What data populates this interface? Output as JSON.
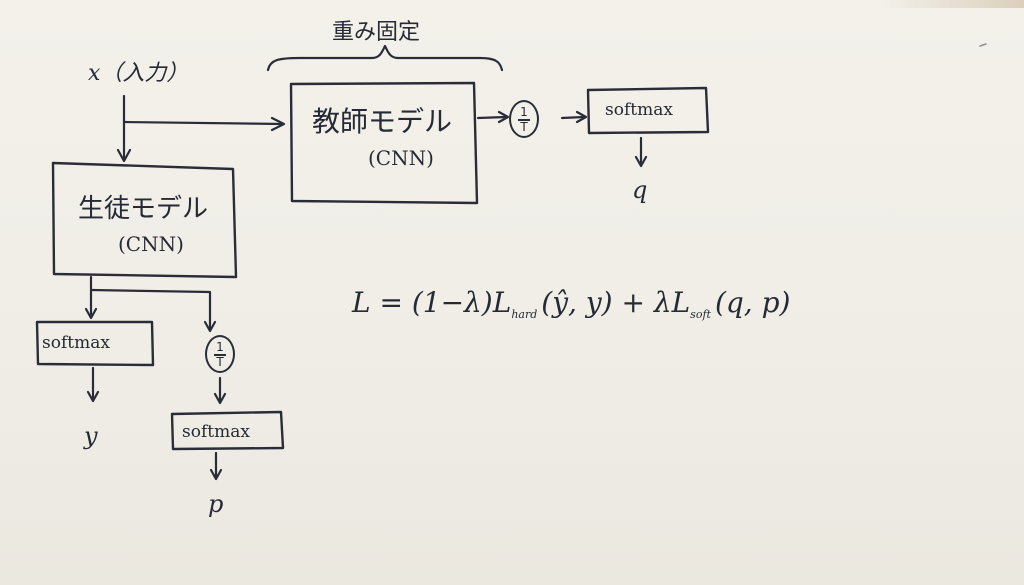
{
  "diagram": {
    "frozen_label": "重み固定",
    "input_label": "x（入力）",
    "teacher": {
      "title": "教師モデル",
      "subtitle": "(CNN)"
    },
    "student": {
      "title": "生徒モデル",
      "subtitle": "(CNN)"
    },
    "temperature": {
      "numerator": "1",
      "denominator": "T"
    },
    "softmax_teacher": "softmax",
    "softmax_student_hard": "softmax",
    "softmax_student_soft": "softmax",
    "output_teacher": "q",
    "output_student_hard": "y",
    "output_student_soft": "p"
  },
  "formula": {
    "lhs": "L = (1−λ)L",
    "hard_sub": "hard",
    "hard_args": "(ŷ, y) + λL",
    "soft_sub": "soft",
    "soft_args": "(q, p)"
  },
  "colors": {
    "ink": "#2a2d38",
    "paper": "#f2f0ea"
  }
}
